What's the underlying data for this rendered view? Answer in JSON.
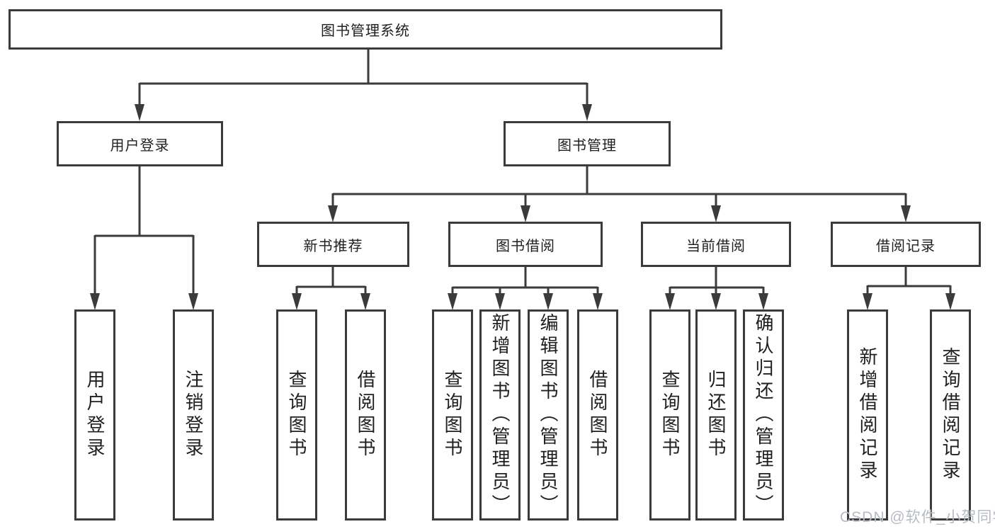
{
  "diagram": {
    "root": {
      "label": "图书管理系统"
    },
    "level2": {
      "user_login": {
        "label": "用户登录"
      },
      "book_mgmt": {
        "label": "图书管理"
      }
    },
    "level3": {
      "new_book_rec": {
        "label": "新书推荐"
      },
      "book_borrow": {
        "label": "图书借阅"
      },
      "current_borrow": {
        "label": "当前借阅"
      },
      "borrow_record": {
        "label": "借阅记录"
      }
    },
    "leaves": {
      "user_login": {
        "label": "用户登录"
      },
      "logout": {
        "label": "注销登录"
      },
      "query_book_newrec": {
        "label": "查询图书"
      },
      "borrow_book_newrec": {
        "label": "借阅图书"
      },
      "query_book_borrow": {
        "label": "查询图书"
      },
      "add_book_admin": {
        "label": "新增图书（管理员）"
      },
      "edit_book_admin": {
        "label": "编辑图书（管理员）"
      },
      "borrow_book_borrow": {
        "label": "借阅图书"
      },
      "query_book_current": {
        "label": "查询图书"
      },
      "return_book": {
        "label": "归还图书"
      },
      "confirm_return_admin": {
        "label": "确认归还（管理员）"
      },
      "add_borrow_record": {
        "label": "新增借阅记录"
      },
      "query_borrow_record": {
        "label": "查询借阅记录"
      }
    }
  },
  "watermark": {
    "text": "CSDN @软件_小贺同学"
  },
  "colors": {
    "line": "#3b3b3b",
    "text": "#1f1f1f",
    "background": "#ffffff",
    "watermark": "#b7bbc2"
  }
}
